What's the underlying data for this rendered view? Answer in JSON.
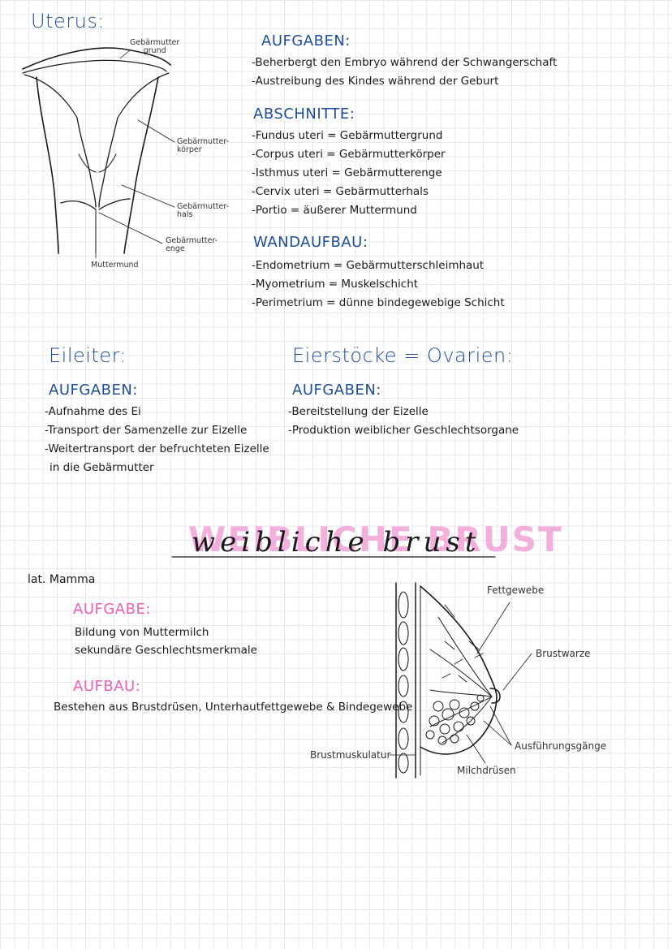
{
  "uterus": {
    "title": "Uterus:",
    "labels": {
      "grund": "Gebärmutter\ngrund",
      "koerper": "Gebärmutter-\nkörper",
      "hals": "Gebärmutter-\nhals",
      "enge": "Gebärmutter-\nenge",
      "muttermund": "Muttermund"
    },
    "aufgaben_heading": "AUFGABEN:",
    "aufgaben": [
      "-Beherbergt den Embryo während der Schwangerschaft",
      "-Austreibung des Kindes während der Geburt"
    ],
    "abschnitte_heading": "ABSCHNITTE:",
    "abschnitte": [
      "-Fundus uteri = Gebärmuttergrund",
      "-Corpus uteri = Gebärmutterkörper",
      "-Isthmus uteri = Gebärmutterenge",
      "-Cervix uteri = Gebärmutterhals",
      "-Portio = äußerer Muttermund"
    ],
    "wandaufbau_heading": "WANDAUFBAU:",
    "wandaufbau": [
      "-Endometrium = Gebärmutterschleimhaut",
      "-Myometrium = Muskelschicht",
      "-Perimetrium = dünne bindegewebige Schicht"
    ]
  },
  "eileiter": {
    "title": "Eileiter:",
    "aufgaben_heading": "AUFGABEN:",
    "aufgaben": [
      "-Aufnahme des Ei",
      "-Transport der Samenzelle zur Eizelle",
      "-Weitertransport der befruchteten Eizelle",
      "in die Gebärmutter"
    ]
  },
  "eierstoecke": {
    "title": "Eierstöcke = Ovarien:",
    "aufgaben_heading": "AUFGABEN:",
    "aufgaben": [
      "-Bereitstellung der Eizelle",
      "-Produktion weiblicher Geschlechtsorgane"
    ]
  },
  "brust": {
    "banner": "WEIBLICHE BRUST",
    "script": "weibliche brust",
    "lat": "lat. Mamma",
    "aufgabe_heading": "AUFGABE:",
    "aufgabe": [
      "Bildung von Muttermilch",
      "sekundäre Geschlechtsmerkmale"
    ],
    "aufbau_heading": "AUFBAU:",
    "aufbau": "Bestehen aus Brustdrüsen, Unterhautfettgewebe & Bindegewebe",
    "labels": {
      "fettgewebe": "Fettgewebe",
      "brustwarze": "Brustwarze",
      "ausfuehrungsgaenge": "Ausführungsgänge",
      "milchdruesen": "Milchdrüsen",
      "brustmuskulatur": "Brustmuskulatur"
    }
  },
  "colors": {
    "blue": "#1f4e96",
    "pink": "#ee5fb8",
    "pink_light": "#f3a3d6"
  }
}
